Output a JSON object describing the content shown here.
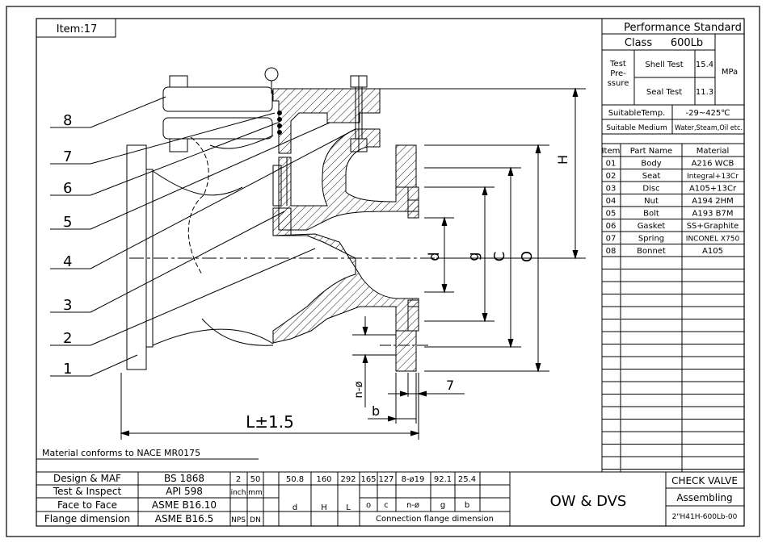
{
  "item_label": "Item:17",
  "performance": {
    "title": "Performance Standard",
    "class_label": "Class",
    "class_value": "600Lb",
    "test_pressure_lines": [
      "Test",
      "Pre-",
      "ssure"
    ],
    "shell_test_label": "Shell Test",
    "shell_test_value": "15.4",
    "seal_test_label": "Seal Test",
    "seal_test_value": "11.3",
    "pressure_unit": "MPa",
    "suitable_temp_label": "SuitableTemp.",
    "suitable_temp_value": "-29~425℃",
    "suitable_medium_label": "Suitable Medium",
    "suitable_medium_value": "Water,Steam,Oil etc."
  },
  "parts": {
    "headers": [
      "Item",
      "Part Name",
      "Material"
    ],
    "rows": [
      [
        "01",
        "Body",
        "A216 WCB"
      ],
      [
        "02",
        "Seat",
        "Integral+13Cr"
      ],
      [
        "03",
        "Disc",
        "A105+13Cr"
      ],
      [
        "04",
        "Nut",
        "A194 2HM"
      ],
      [
        "05",
        "Bolt",
        "A193 B7M"
      ],
      [
        "06",
        "Gasket",
        "SS+Graphite"
      ],
      [
        "07",
        "Spring",
        "INCONEL X750"
      ],
      [
        "08",
        "Bonnet",
        "A105"
      ]
    ]
  },
  "callouts": [
    "8",
    "7",
    "6",
    "5",
    "4",
    "3",
    "2",
    "1"
  ],
  "dims": {
    "H": "H",
    "O": "O",
    "C": "C",
    "g": "g",
    "d": "d",
    "t": "7",
    "b": "b",
    "nphi": "n-ø",
    "L": "L±1.5"
  },
  "material_note": "Material conforms to NACE MR0175",
  "standards": [
    {
      "label": "Design & MAF",
      "value": "BS 1868"
    },
    {
      "label": "Test & Inspect",
      "value": "API 598"
    },
    {
      "label": "Face to Face",
      "value": "ASME B16.10"
    },
    {
      "label": "Flange dimension",
      "value": "ASME B16.5"
    }
  ],
  "dimension_table": {
    "values": [
      "2",
      "50",
      "50.8",
      "160",
      "292",
      "165",
      "127",
      "8-ø19",
      "92.1",
      "25.4"
    ],
    "units": [
      "inch",
      "mm"
    ],
    "nps": "NPS",
    "dn": "DN",
    "d": "d",
    "H": "H",
    "L": "L",
    "flange_symbols": [
      "o",
      "c",
      "n-ø",
      "g",
      "b"
    ],
    "flange_caption": "Connection flange dimension"
  },
  "company": "OW & DVS",
  "title_block": {
    "title": "CHECK VALVE",
    "subtitle": "Assembling",
    "drawing_no": "2\"H41H-600Lb-00"
  }
}
